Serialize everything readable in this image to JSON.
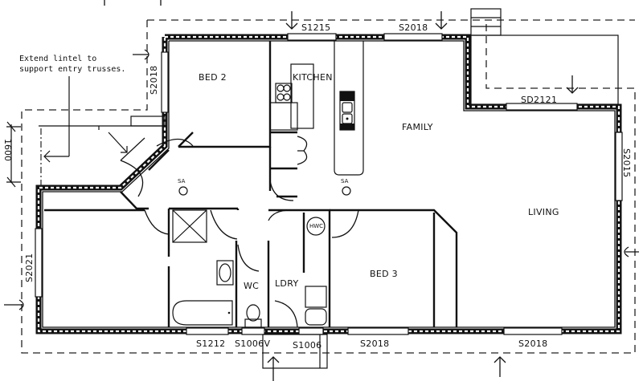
{
  "drawing": {
    "type": "residential floor plan",
    "note": {
      "line1": "Extend lintel to",
      "line2": "support entry trusses."
    },
    "dimension": "1600"
  },
  "rooms": {
    "bed2": "BED 2",
    "kitchen": "KITCHEN",
    "family": "FAMILY",
    "living": "LIVING",
    "bed3": "BED 3",
    "wc": "WC",
    "laundry": "LDRY",
    "hwc": "HWC"
  },
  "fixtures": {
    "smoke_alarm_1": "SA",
    "smoke_alarm_2": "SA"
  },
  "windows": {
    "top_kitchen": "S1215",
    "top_family": "S2018",
    "bed2_side": "S2018",
    "family_slider": "SD2121",
    "living_side": "S2015",
    "left_bed": "S2021",
    "bottom_bath": "S1212",
    "bottom_wc": "S1006V",
    "bottom_ldry": "S1006",
    "bottom_bed3": "S2018",
    "bottom_living": "S2018"
  },
  "colors": {
    "ink": "#111111",
    "paper": "#ffffff"
  }
}
